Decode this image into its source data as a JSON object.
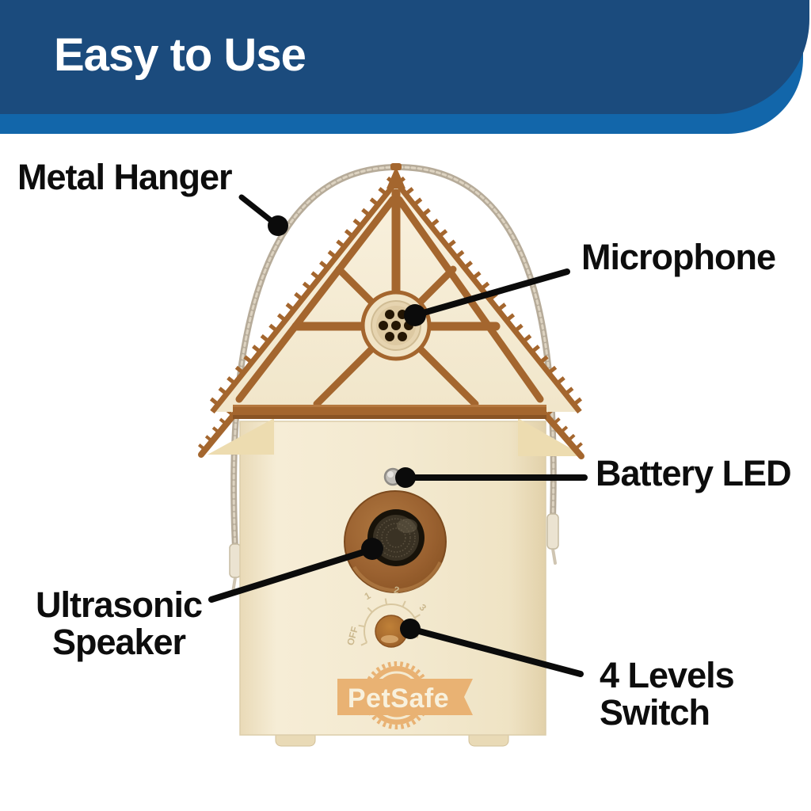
{
  "header": {
    "title": "Easy to Use"
  },
  "callouts": {
    "metal_hanger": {
      "line1": "Metal Hanger"
    },
    "microphone": {
      "line1": "Microphone"
    },
    "battery_led": {
      "line1": "Battery LED"
    },
    "ultrasonic_speaker": {
      "line1": "Ultrasonic",
      "line2": "Speaker"
    },
    "levels_switch": {
      "line1": "4 Levels",
      "line2": "Switch"
    }
  },
  "device": {
    "brand": "PetSafe",
    "switch_markings": {
      "off": "OFF",
      "level1": "1",
      "level2": "2",
      "level3": "3"
    }
  },
  "colors": {
    "banner_dark": "#1b4b7d",
    "banner_light": "#1266aa",
    "label_black": "#0d0d0d",
    "body_cream": "#f3e8ce",
    "trim_brown": "#a4662e",
    "logo_tan": "#e9b273",
    "wire_gray": "#b6ab99"
  }
}
